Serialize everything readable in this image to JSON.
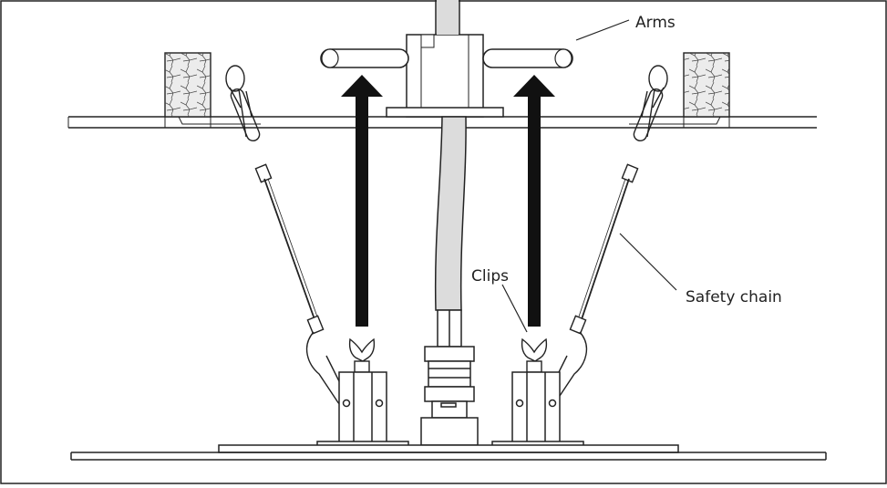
{
  "labels": {
    "arms": "Arms",
    "clips": "Clips",
    "safety_chain": "Safety chain"
  }
}
